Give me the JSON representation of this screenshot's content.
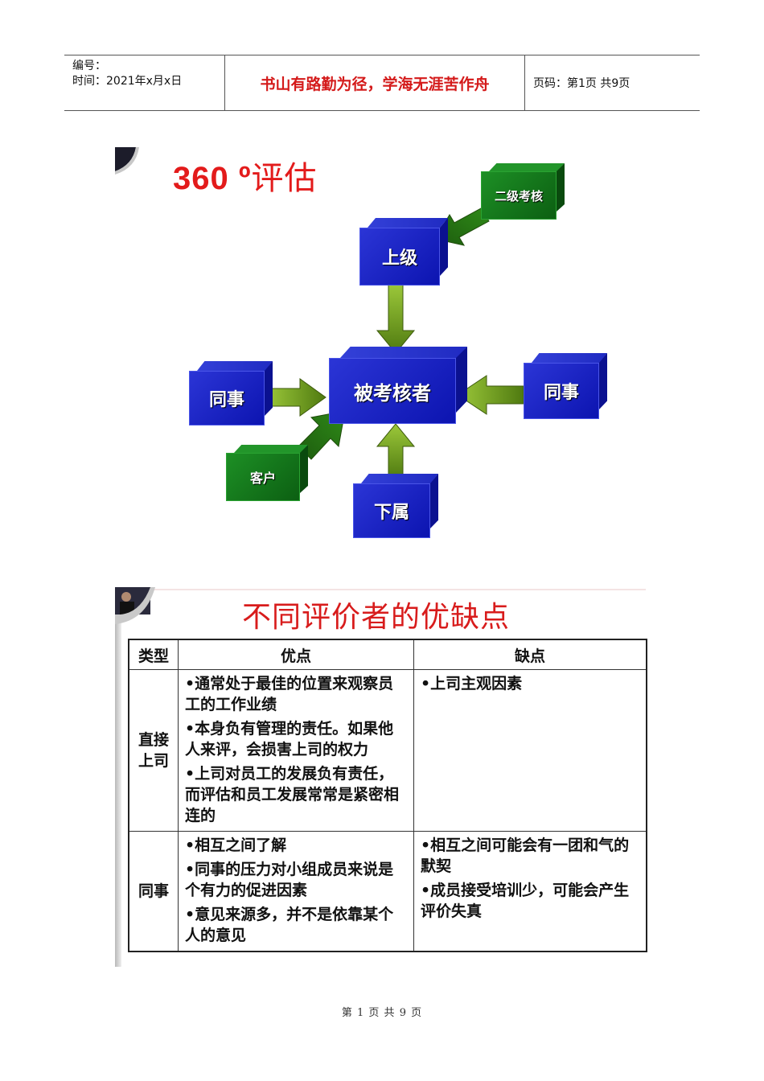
{
  "header": {
    "code_label": "编号：",
    "time_label": "时间：2021年x月x日",
    "motto": "书山有路勤为径，学海无涯苦作舟",
    "page_info": "页码：第1页 共9页"
  },
  "slide1": {
    "title_num": "360 º",
    "title_text": "评估",
    "boxes": {
      "center": "被考核者",
      "superior": "上级",
      "second_review": "二级考核",
      "peer_left": "同事",
      "peer_right": "同事",
      "customer": "客户",
      "subordinate": "下属"
    },
    "colors": {
      "blue": "#1a22c8",
      "green": "#15781c",
      "arrow": "#6e9a18",
      "title": "#e31b1b"
    }
  },
  "slide2": {
    "title": "不同评价者的优缺点",
    "table": {
      "headers": [
        "类型",
        "优点",
        "缺点"
      ],
      "rows": [
        {
          "type": "直接上司",
          "pros": [
            "•通常处于最佳的位置来观察员工的工作业绩",
            "•本身负有管理的责任。如果他人来评，会损害上司的权力",
            "•上司对员工的发展负有责任，而评估和员工发展常常是紧密相连的"
          ],
          "cons": [
            "•上司主观因素"
          ]
        },
        {
          "type": "同事",
          "pros": [
            "•相互之间了解",
            "•同事的压力对小组成员来说是个有力的促进因素",
            "•意见来源多，并不是依靠某个人的意见"
          ],
          "cons": [
            "•相互之间可能会有一团和气的默契",
            "•成员接受培训少，可能会产生评价失真"
          ]
        }
      ]
    }
  },
  "footer": "第 1 页 共 9 页"
}
